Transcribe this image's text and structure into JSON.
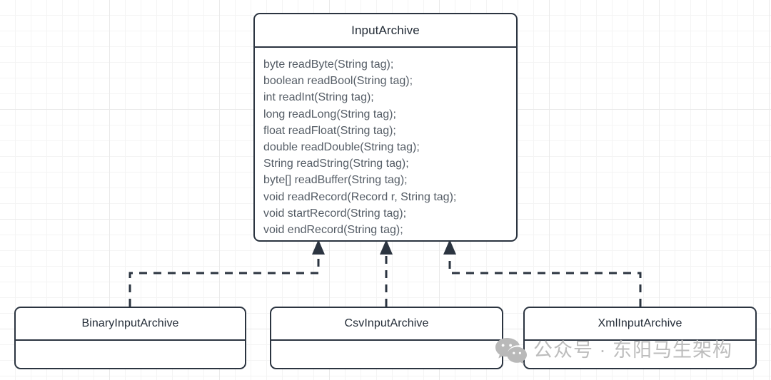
{
  "diagram": {
    "type": "uml-class-diagram",
    "interface": {
      "name": "InputArchive",
      "methods": [
        "byte readByte(String tag);",
        "boolean readBool(String tag);",
        "int readInt(String tag);",
        "long readLong(String tag);",
        "float readFloat(String tag);",
        "double readDouble(String tag);",
        "String readString(String tag);",
        "byte[] readBuffer(String tag);",
        "void readRecord(Record r, String tag);",
        "void startRecord(String tag);",
        "void endRecord(String tag);"
      ]
    },
    "subclasses": [
      {
        "name": "BinaryInputArchive",
        "members": []
      },
      {
        "name": "CsvInputArchive",
        "members": []
      },
      {
        "name": "XmlInputArchive",
        "members": []
      }
    ],
    "relationships": [
      {
        "from": "BinaryInputArchive",
        "to": "InputArchive",
        "kind": "realization"
      },
      {
        "from": "CsvInputArchive",
        "to": "InputArchive",
        "kind": "realization"
      },
      {
        "from": "XmlInputArchive",
        "to": "InputArchive",
        "kind": "realization"
      }
    ],
    "colors": {
      "border": "#2b3440",
      "title_text": "#222b36",
      "member_text": "#555d66",
      "connector": "#2b3440",
      "grid_minor": "#f4f4f4",
      "grid_major": "#eaeaea",
      "background": "#ffffff",
      "watermark": "#bcbcbc"
    }
  },
  "watermark": {
    "text": "公众号 · 东阳马生架构",
    "icon": "wechat-icon"
  }
}
